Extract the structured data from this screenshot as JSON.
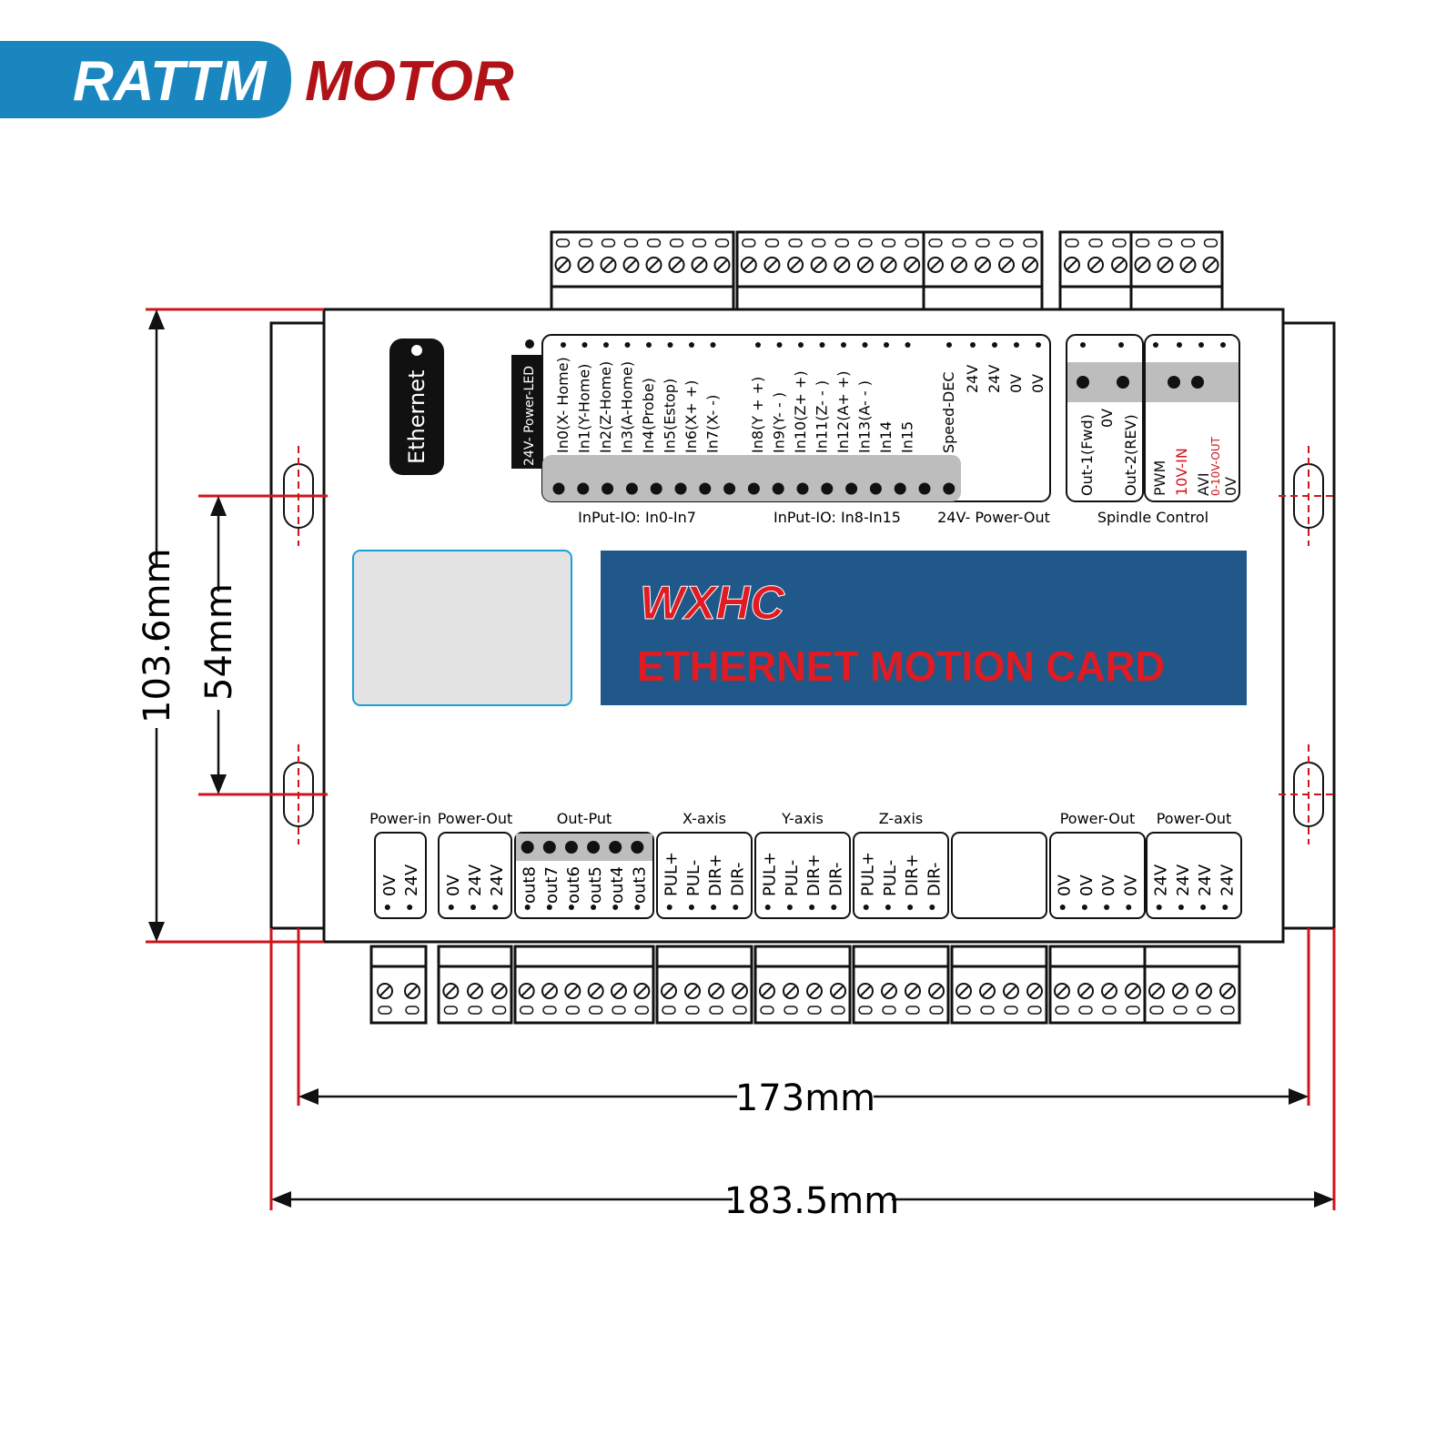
{
  "brand": {
    "name_left": "RATTM",
    "name_right": "MOTOR",
    "color_blue": "#1a86c0",
    "color_red": "#b01218"
  },
  "board": {
    "ethernet_label": "Ethernet",
    "power_led_label": "24V- Power-LED",
    "top_inputs": [
      "In0(X- Home)",
      "In1(Y-Home)",
      "In2(Z-Home)",
      "In3(A-Home)",
      "In4(Probe)",
      "In5(Estop)",
      "In6(X+ +)",
      "In7(X- -)"
    ],
    "top_inputs2": [
      "In8(Y + +)",
      "In9(Y- - )",
      "In10(Z+ +)",
      "In11(Z- - )",
      "In12(A+ +)",
      "In13(A- - )",
      "In14",
      "In15"
    ],
    "top_power": [
      "Speed-DEC",
      "24V",
      "24V",
      "0V",
      "0V"
    ],
    "group_labels": {
      "in0_7": "InPut-IO: In0-In7",
      "in8_15": "InPut-IO: In8-In15",
      "power_out": "24V- Power-Out",
      "spindle": "Spindle Control"
    },
    "spindle_left": [
      "Out-1(Fwd)",
      "0V",
      "Out-2(REV)"
    ],
    "spindle_right": [
      "PWM",
      "10V-IN",
      "AVI",
      "0-10V-OUT",
      "0V"
    ],
    "logo_text": "WXHC",
    "card_title": "ETHERNET MOTION CARD",
    "card_colors": {
      "panel": "#1f5889",
      "text": "#e11b22"
    },
    "bottom_groups": [
      {
        "label": "Power-in",
        "pins": [
          "0V",
          "24V"
        ]
      },
      {
        "label": "Power-Out",
        "pins": [
          "0V",
          "24V",
          "24V"
        ]
      },
      {
        "label": "Out-Put",
        "pins": [
          "out8",
          "out7",
          "out6",
          "out5",
          "out4",
          "out3"
        ]
      },
      {
        "label": "X-axis",
        "pins": [
          "PUL+",
          "PUL-",
          "DIR+",
          "DIR-"
        ]
      },
      {
        "label": "Y-axis",
        "pins": [
          "PUL+",
          "PUL-",
          "DIR+",
          "DIR-"
        ]
      },
      {
        "label": "Z-axis",
        "pins": [
          "PUL+",
          "PUL-",
          "DIR+",
          "DIR-"
        ]
      },
      {
        "label": "",
        "pins": []
      },
      {
        "label": "Power-Out",
        "pins": [
          "0V",
          "0V",
          "0V",
          "0V"
        ]
      },
      {
        "label": "Power-Out",
        "pins": [
          "24V",
          "24V",
          "24V",
          "24V"
        ]
      }
    ]
  },
  "dimensions": {
    "height_total": "103.6mm",
    "height_holes": "54mm",
    "width_holes": "173mm",
    "width_total": "183.5mm"
  }
}
